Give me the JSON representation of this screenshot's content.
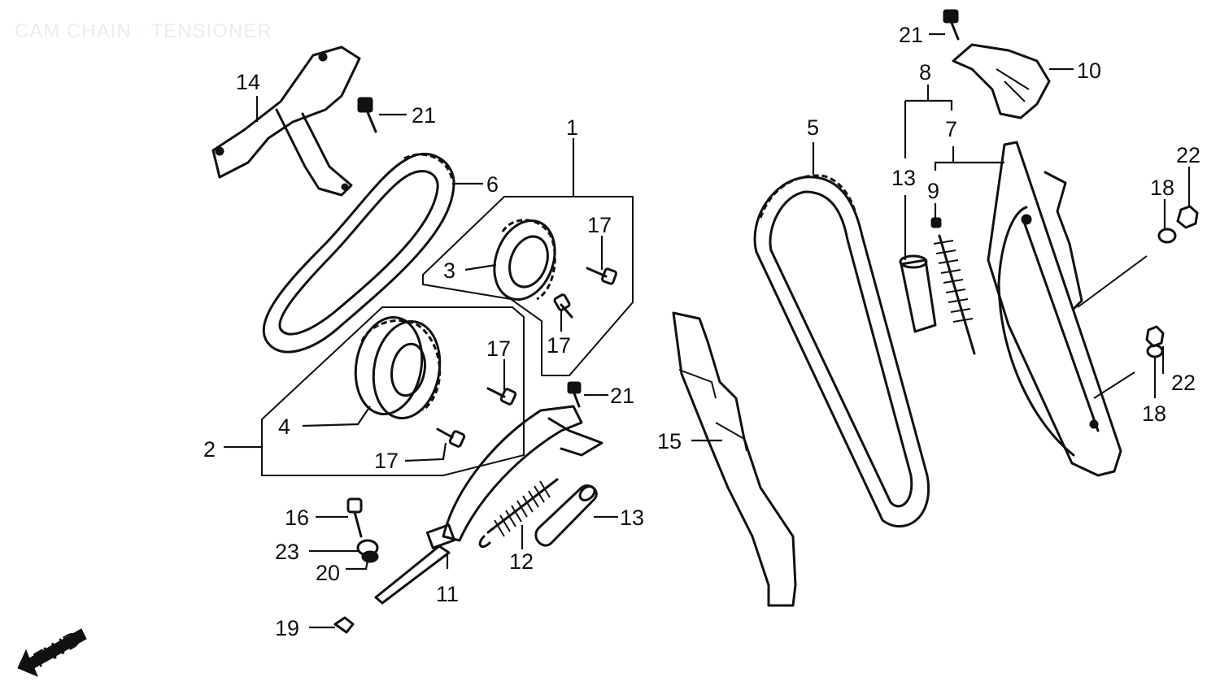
{
  "title": "CAM CHAIN · TENSIONER",
  "fwd_label": "FWD",
  "callouts": {
    "c1": "1",
    "c2": "2",
    "c3": "3",
    "c4": "4",
    "c5": "5",
    "c6": "6",
    "c7": "7",
    "c8": "8",
    "c9": "9",
    "c10": "10",
    "c11": "11",
    "c12": "12",
    "c13a": "13",
    "c13b": "13",
    "c14": "14",
    "c15": "15",
    "c16": "16",
    "c17a": "17",
    "c17b": "17",
    "c17c": "17",
    "c17d": "17",
    "c18a": "18",
    "c18b": "18",
    "c19": "19",
    "c20": "20",
    "c21a": "21",
    "c21b": "21",
    "c21c": "21",
    "c22a": "22",
    "c22b": "22",
    "c23": "23"
  },
  "colors": {
    "ink": "#111111",
    "background": "#ffffff",
    "title_tint": "#ececec"
  }
}
